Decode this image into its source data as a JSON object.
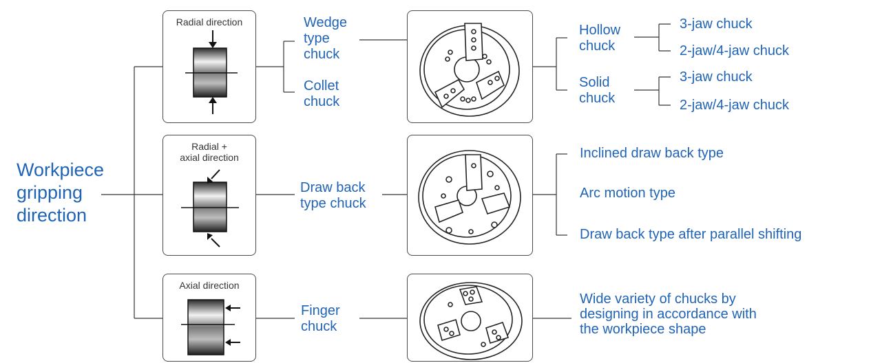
{
  "root": {
    "lines": [
      "Workpiece",
      "gripping",
      "direction"
    ]
  },
  "directions": [
    {
      "label": [
        "Radial direction"
      ],
      "icon": "cylinder-radial-arrows-icon"
    },
    {
      "label": [
        "Radial +",
        "axial direction"
      ],
      "icon": "cylinder-diagonal-arrows-icon"
    },
    {
      "label": [
        "Axial direction"
      ],
      "icon": "cylinder-axial-arrows-icon"
    }
  ],
  "chuck_types": {
    "wedge": [
      "Wedge",
      "type",
      "chuck"
    ],
    "collet": [
      "Collet",
      "chuck"
    ],
    "draw_back": [
      "Draw back",
      "type chuck"
    ],
    "finger": [
      "Finger",
      "chuck"
    ]
  },
  "chuck_images": [
    "three-jaw-chuck-illustration",
    "draw-back-chuck-illustration",
    "finger-chuck-illustration"
  ],
  "subtypes": {
    "hollow": [
      "Hollow",
      "chuck"
    ],
    "solid": [
      "Solid",
      "chuck"
    ],
    "hollow_items": [
      "3-jaw chuck",
      "2-jaw/4-jaw chuck"
    ],
    "solid_items": [
      "3-jaw chuck",
      "2-jaw/4-jaw chuck"
    ],
    "draw_back_items": [
      "Inclined draw back type",
      "Arc motion type",
      "Draw back type after parallel shifting"
    ],
    "finger_desc": [
      "Wide variety of chucks by",
      "designing in accordance with",
      "the workpiece shape"
    ]
  },
  "colors": {
    "text": "#1f63b5",
    "line": "#333333",
    "label": "#333333"
  }
}
